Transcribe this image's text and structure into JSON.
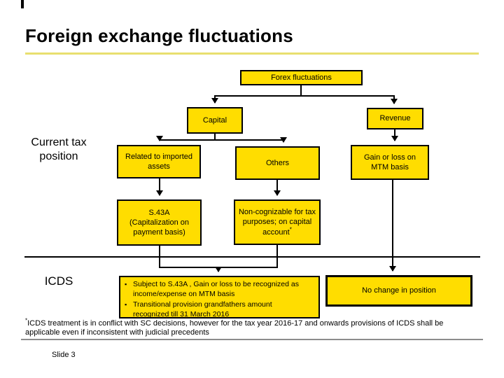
{
  "slide": {
    "title": "Foreign exchange fluctuations",
    "footnote_marker": "*",
    "footnote": "ICDS treatment is in conflict with SC decisions, however for the tax year 2016-17 and onwards provisions of ICDS shall be applicable even if inconsistent with judicial precedents",
    "page_label": "Slide 3"
  },
  "colors": {
    "box_fill": "#FFDD00",
    "box_border": "#000000",
    "title_rule": "#E8DF6F"
  },
  "row_labels": {
    "current_tax": "Current tax position",
    "icds": "ICDS"
  },
  "diagram": {
    "root": "Forex fluctuations",
    "capital": "Capital",
    "revenue": "Revenue",
    "related_assets": "Related to imported assets",
    "others": "Others",
    "gain_mtm": "Gain or loss on MTM basis",
    "s43a": "S.43A (Capitalization on payment basis)",
    "non_cognizable": "Non-cognizable for tax purposes; on capital account",
    "non_cognizable_marker": "*",
    "no_change": "No change in position",
    "icds_bullets": [
      "Subject to S.43A , Gain or loss to be recognized as income/expense on MTM basis",
      "Transitional provision grandfathers amount recognized till 31 March 2016"
    ]
  }
}
